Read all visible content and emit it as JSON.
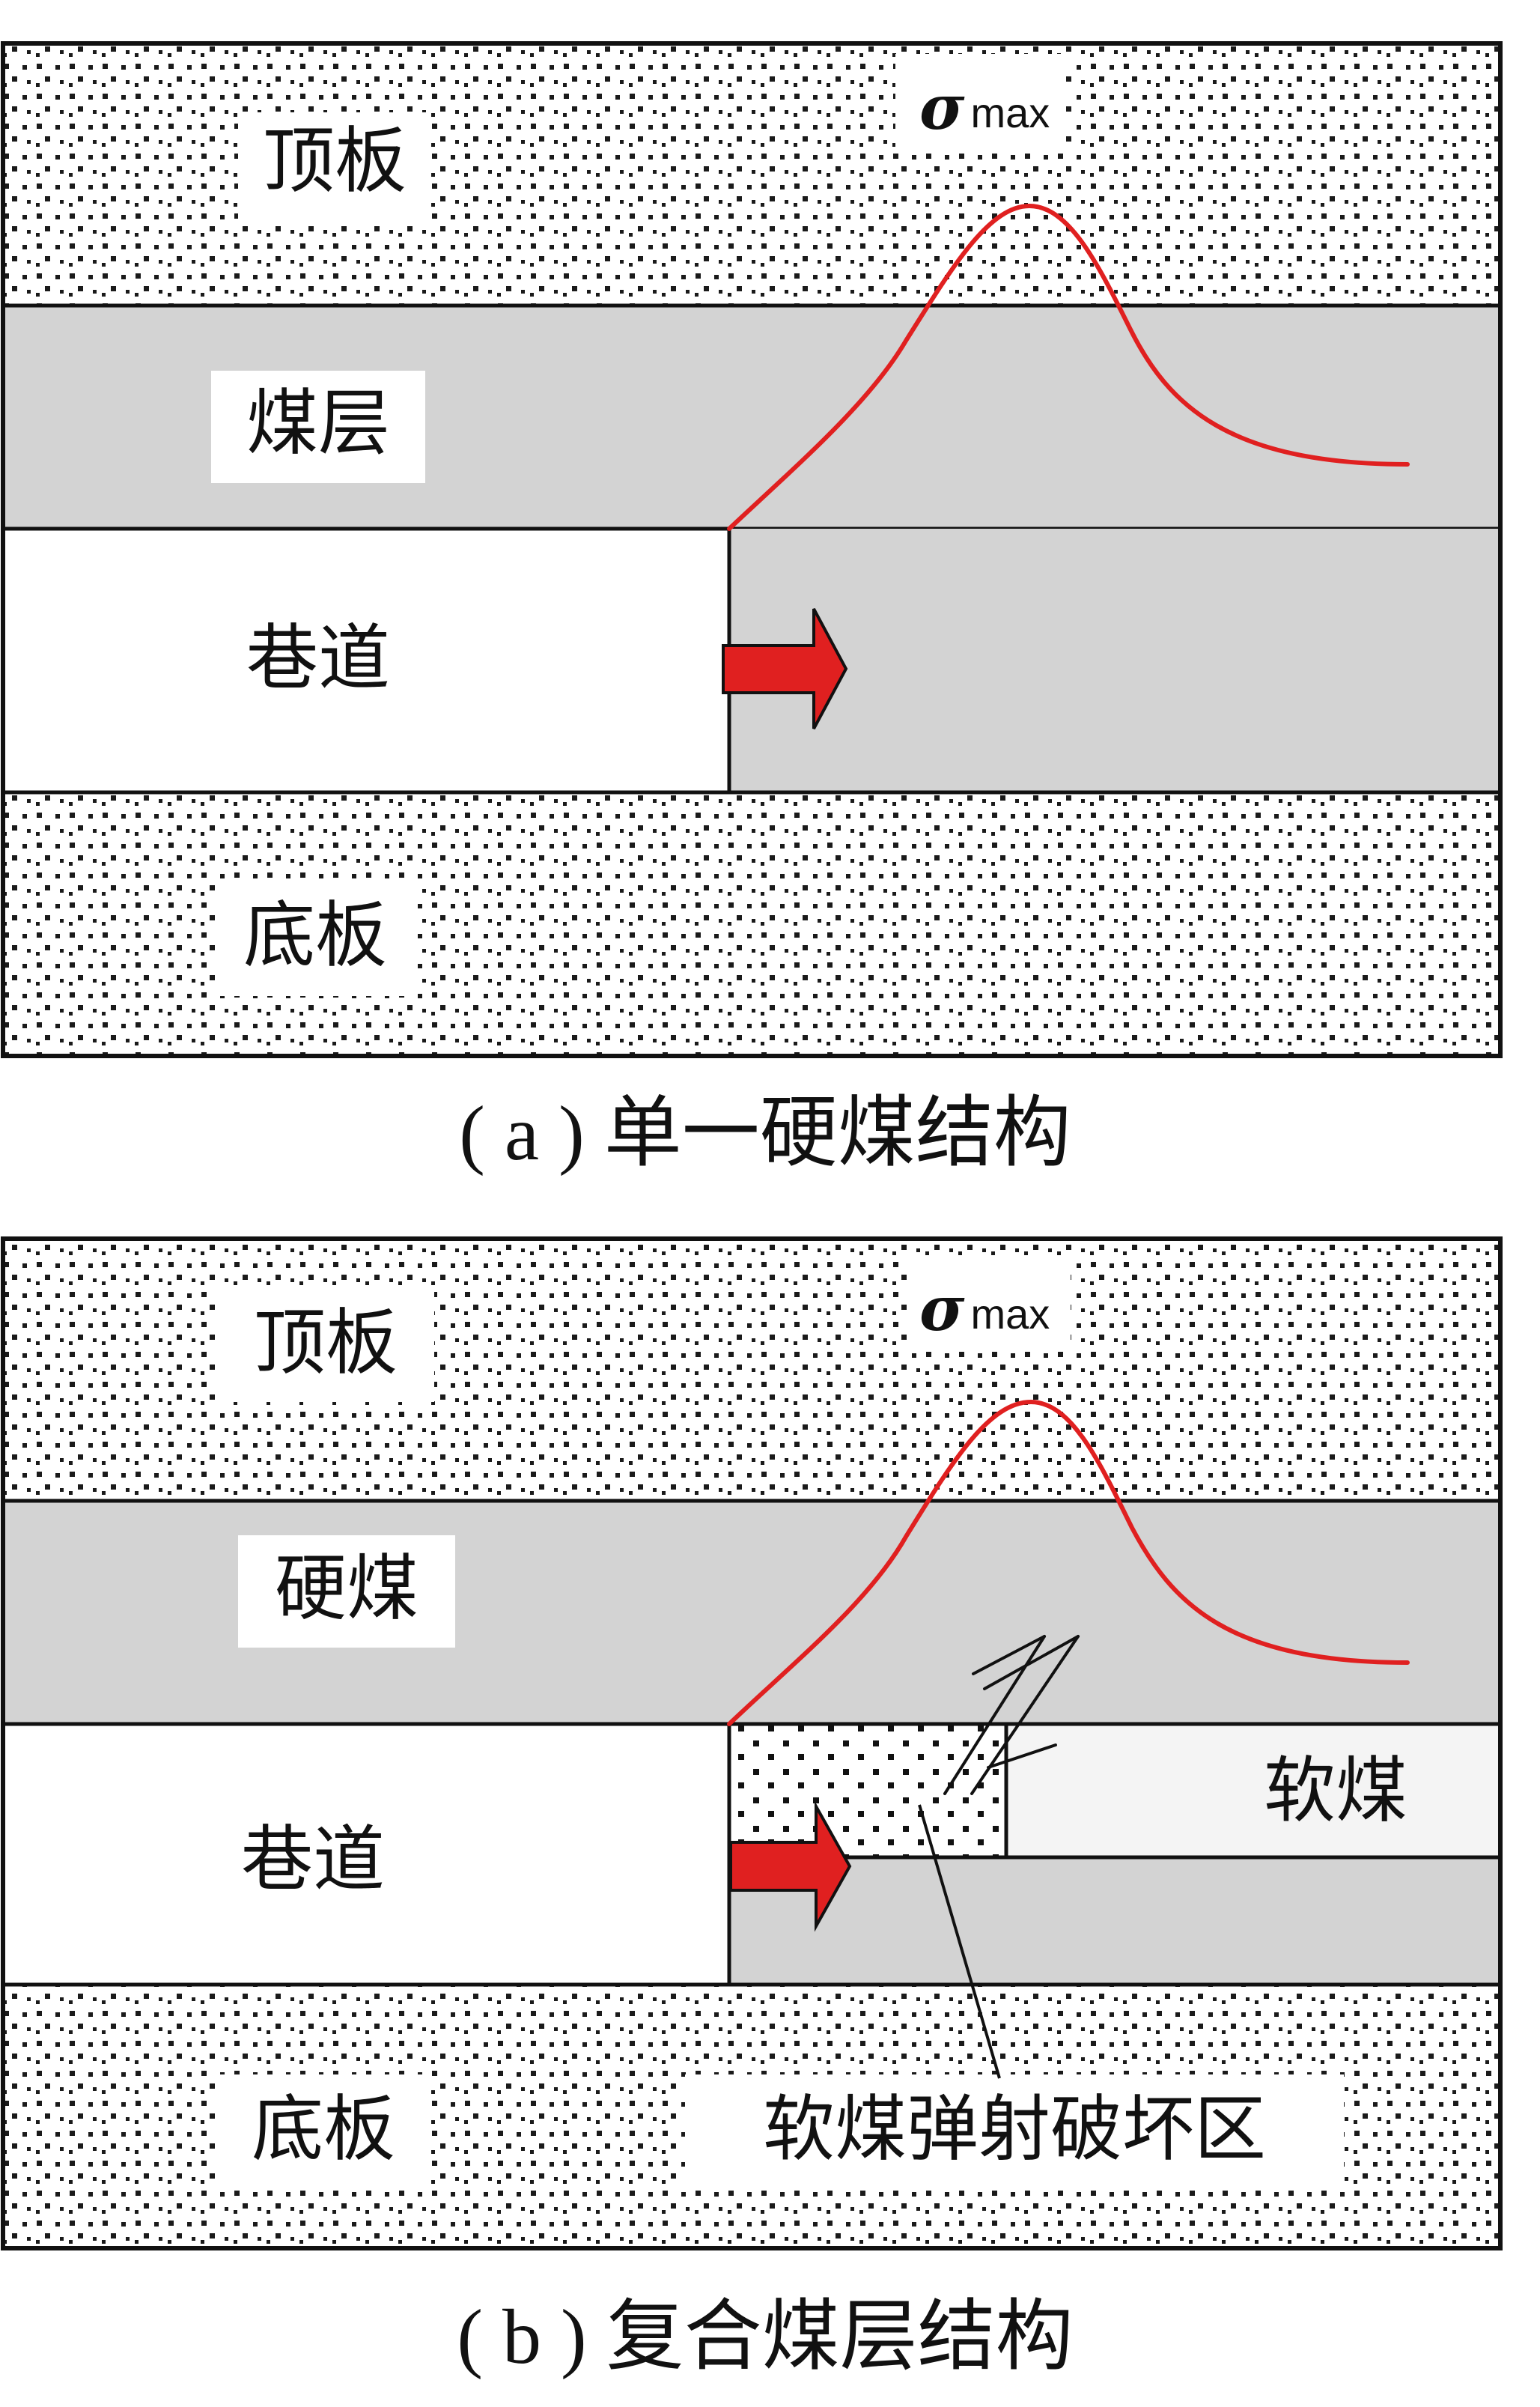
{
  "colors": {
    "rock_background": "#ffffff",
    "rock_dots": "#1a1a1a",
    "coal": "#d3d3d3",
    "soft_coal": "#f4f4f4",
    "stress_curve": "#e02020",
    "arrow_fill": "#e02020",
    "outline": "#111111"
  },
  "panel_a": {
    "roof_label": "顶板",
    "coal_label": "煤层",
    "roadway_label": "巷道",
    "floor_label": "底板",
    "stress_symbol": "σ",
    "stress_subscript": "max",
    "caption": "( a ) 单一硬煤结构"
  },
  "panel_b": {
    "roof_label": "顶板",
    "hard_coal_label": "硬煤",
    "roadway_label": "巷道",
    "soft_coal_label": "软煤",
    "floor_label": "底板",
    "failure_zone_label": "软煤弹射破坏区",
    "stress_symbol": "σ",
    "stress_subscript": "max",
    "caption": "( b ) 复合煤层结构"
  },
  "icons": {
    "advance_arrow": "right-arrow-icon",
    "fracture_mark": "fracture-icon"
  }
}
